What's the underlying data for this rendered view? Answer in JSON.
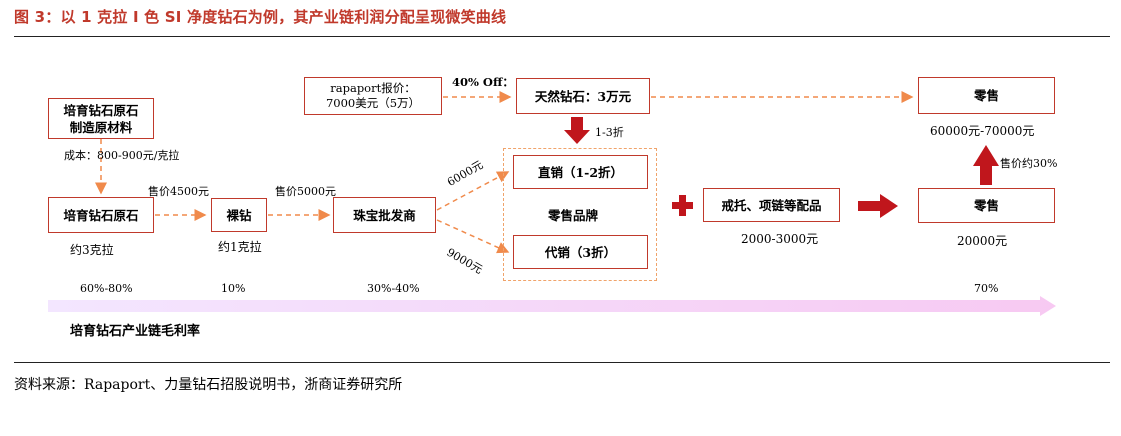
{
  "title": "图 3：以 1 克拉 I 色 SI 净度钻石为例，其产业链利润分配呈现微笑曲线",
  "boxes": {
    "rough_material": "培育钻石原石\n制造原材料",
    "rapaport": "rapaport报价：\n7000美元（5万）",
    "natural": "天然钻石：3万元",
    "retail_top": "零售",
    "rough": "培育钻石原石",
    "bare": "裸钻",
    "wholesaler": "珠宝批发商",
    "direct": "直销（1-2折）",
    "consign": "代销（3折）",
    "accessories": "戒托、项链等配品",
    "retail_bottom": "零售"
  },
  "labels": {
    "cost": "成本：800-900元/克拉",
    "discount": "40% Off：",
    "fold": "1-3折",
    "price_4500": "售价4500元",
    "price_5000": "售价5000元",
    "v6000": "6000元",
    "v9000": "9000元",
    "retail_brand": "零售品牌",
    "about_3ct": "约3克拉",
    "about_1ct": "约1克拉",
    "acc_price": "2000-3000元",
    "retail_top_price": "60000元-70000元",
    "retail_bottom_price": "20000元",
    "sell_30": "售价约30%",
    "m1": "60%-80%",
    "m2": "10%",
    "m3": "30%-40%",
    "m4": "70%",
    "axis_title": "培育钻石产业链毛利率"
  },
  "source": "资料来源：Rapaport、力量钻石招股说明书，浙商证券研究所"
}
